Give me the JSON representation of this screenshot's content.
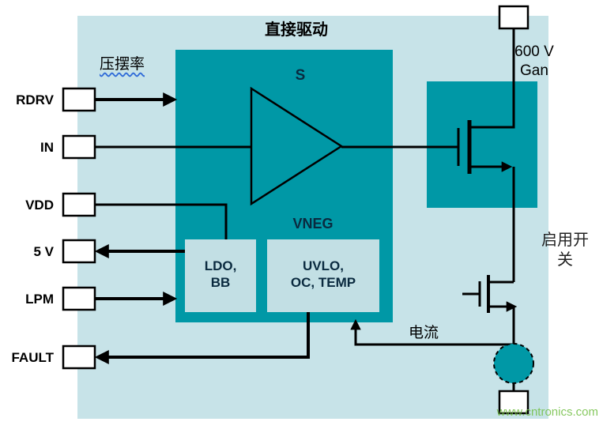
{
  "title": "直接驱动",
  "annotations": {
    "slew_rate": "压摆率",
    "current": "电流",
    "enable_switch_line1": "启用开",
    "enable_switch_line2": "关",
    "gan_line1": "600 V",
    "gan_line2": "Gan"
  },
  "pins": [
    {
      "label": "RDRV"
    },
    {
      "label": "IN"
    },
    {
      "label": "VDD"
    },
    {
      "label": "5 V"
    },
    {
      "label": "LPM"
    },
    {
      "label": "FAULT"
    }
  ],
  "driver": {
    "s": "S",
    "vneg": "VNEG",
    "ldo_line1": "LDO,",
    "ldo_line2": "BB",
    "uvlo_line1": "UVLO,",
    "uvlo_line2": "OC, TEMP"
  },
  "watermark": "www.cntronics.com",
  "colors": {
    "teal_dark": "#0098a6",
    "teal_light": "#c7e3e8",
    "inner_box": "#c2dfe4",
    "label_navy": "#0a2a3f",
    "watermark_green": "#72bf44",
    "underline_blue": "#2f6bd8"
  }
}
